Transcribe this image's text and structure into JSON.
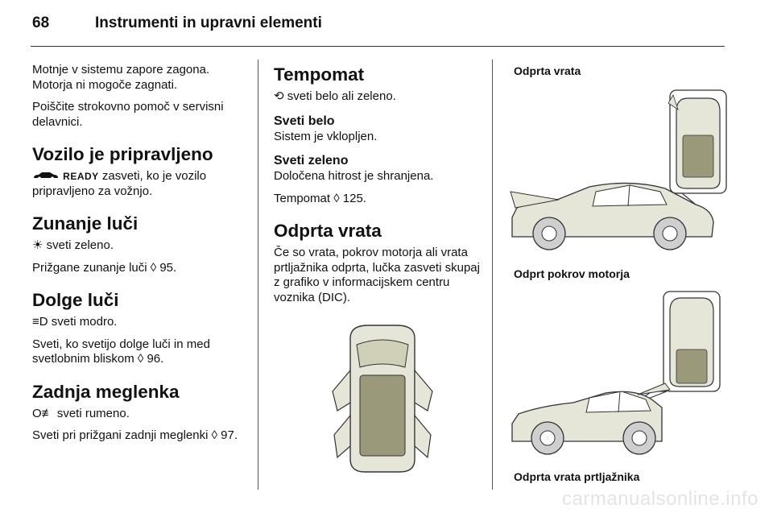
{
  "header": {
    "page_number": "68",
    "title": "Instrumenti in upravni elementi"
  },
  "col1": {
    "p1": "Motnje v sistemu zapore zagona. Motorja ni mogoče zagnati.",
    "p2": "Poiščite strokovno pomoč v servisni delavnici.",
    "s1_title": "Vozilo je pripravljeno",
    "s1_symbol": "READY",
    "s1_text1": " zasveti, ko je vozilo",
    "s1_text2": "pripravljeno za vožnjo.",
    "s2_title": "Zunanje luči",
    "s2_symbol": "☀",
    "s2_text": " sveti zeleno.",
    "s2_ref": "Prižgane zunanje luči ◊ 95.",
    "s3_title": "Dolge luči",
    "s3_symbol": "≡D",
    "s3_text": " sveti modro.",
    "s3_ref": "Sveti, ko svetijo dolge luči in med svetlobnim bliskom ◊ 96.",
    "s4_title": "Zadnja meglenka",
    "s4_symbol": "O≢",
    "s4_text": " sveti rumeno.",
    "s4_ref": "Sveti pri prižgani zadnji meglenki ◊ 97."
  },
  "col2": {
    "s1_title": "Tempomat",
    "s1_symbol": "⟲",
    "s1_text": " sveti belo ali zeleno.",
    "s1a_title": "Sveti belo",
    "s1a_text": "Sistem je vklopljen.",
    "s1b_title": "Sveti zeleno",
    "s1b_text": "Določena hitrost je shranjena.",
    "s1_ref": "Tempomat ◊ 125.",
    "s2_title": "Odprta vrata",
    "s2_text": "Če so vrata, pokrov motorja ali vrata prtljažnika odprta, lučka zasveti skupaj z grafiko v informacijskem centru voznika (DIC)."
  },
  "col3": {
    "cap1": "Odprta vrata",
    "cap2": "Odprt pokrov motorja",
    "cap3": "Odprta vrata prtljažnika"
  },
  "colors": {
    "car_fill": "#e6e6d8",
    "cabin_fill": "#9a9a7a",
    "outline": "#333333"
  },
  "watermark": "carmanualsonline.info"
}
